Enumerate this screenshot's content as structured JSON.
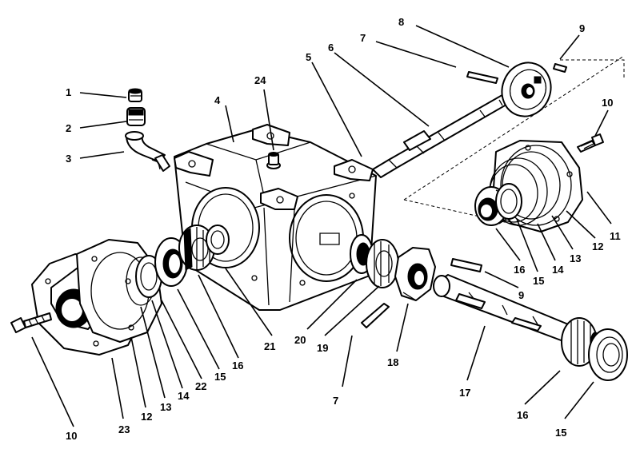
{
  "callouts": [
    {
      "id": "c1",
      "text": "1"
    },
    {
      "id": "c2",
      "text": "2"
    },
    {
      "id": "c3",
      "text": "3"
    },
    {
      "id": "c4",
      "text": "4"
    },
    {
      "id": "c24",
      "text": "24"
    },
    {
      "id": "c5",
      "text": "5"
    },
    {
      "id": "c6",
      "text": "6"
    },
    {
      "id": "c7a",
      "text": "7"
    },
    {
      "id": "c8",
      "text": "8"
    },
    {
      "id": "c9a",
      "text": "9"
    },
    {
      "id": "c10a",
      "text": "10"
    },
    {
      "id": "c11",
      "text": "11"
    },
    {
      "id": "c12a",
      "text": "12"
    },
    {
      "id": "c13a",
      "text": "13"
    },
    {
      "id": "c14a",
      "text": "14"
    },
    {
      "id": "c15a",
      "text": "15"
    },
    {
      "id": "c16a",
      "text": "16"
    },
    {
      "id": "c9b",
      "text": "9"
    },
    {
      "id": "c21",
      "text": "21"
    },
    {
      "id": "c20",
      "text": "20"
    },
    {
      "id": "c19",
      "text": "19"
    },
    {
      "id": "c18",
      "text": "18"
    },
    {
      "id": "c7b",
      "text": "7"
    },
    {
      "id": "c17",
      "text": "17"
    },
    {
      "id": "c16c",
      "text": "16"
    },
    {
      "id": "c15c",
      "text": "15"
    },
    {
      "id": "c16b",
      "text": "16"
    },
    {
      "id": "c15b",
      "text": "15"
    },
    {
      "id": "c22",
      "text": "22"
    },
    {
      "id": "c14b",
      "text": "14"
    },
    {
      "id": "c13b",
      "text": "13"
    },
    {
      "id": "c12b",
      "text": "12"
    },
    {
      "id": "c23",
      "text": "23"
    },
    {
      "id": "c10b",
      "text": "10"
    }
  ]
}
